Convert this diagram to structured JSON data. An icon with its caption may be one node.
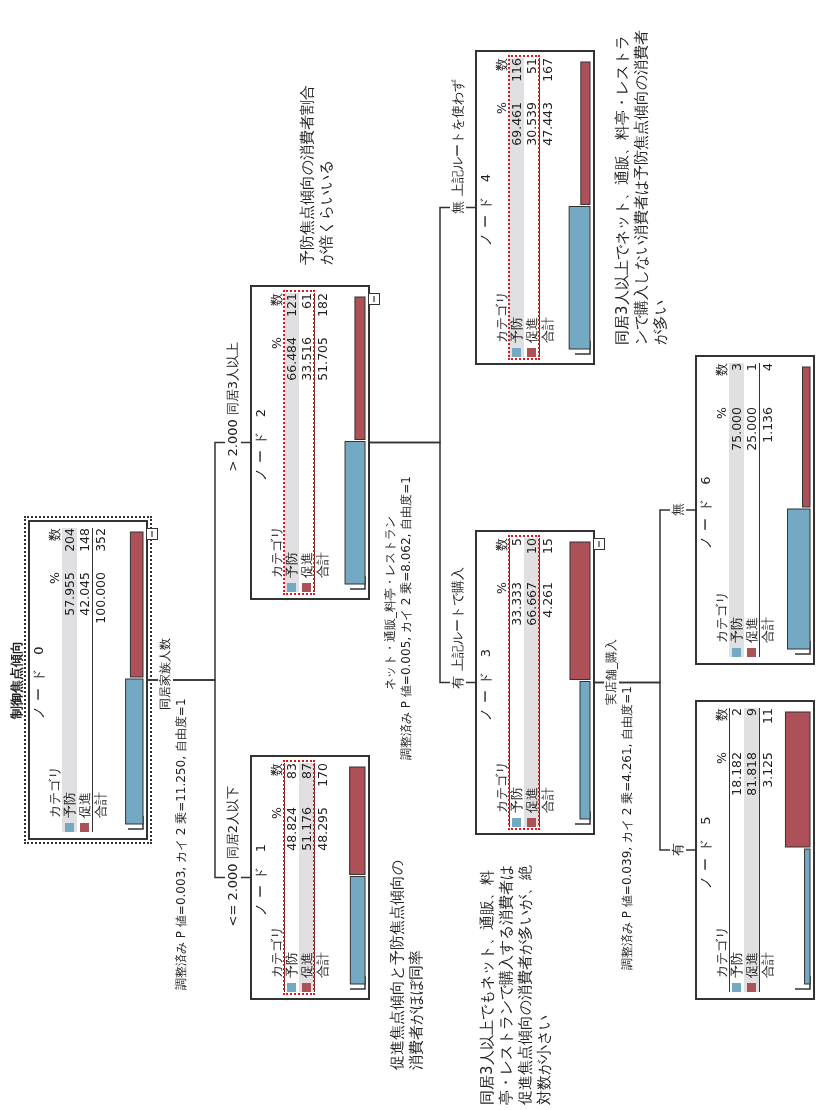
{
  "diagram": {
    "nodes": [
      {
        "text": [
          "制御焦点傾向",
          "ノード 0",
          "カテゴリ",
          "%",
          "数",
          "予防",
          "57.955",
          "204",
          "促進",
          "42.045",
          "148",
          "合計",
          "100.000",
          "352"
        ]
      },
      {
        "text": [
          "ノード 1",
          "カテゴリ",
          "%",
          "数",
          "予防",
          "48.824",
          "83",
          "促進",
          "51.176",
          "87",
          "合計",
          "48.295",
          "170"
        ]
      },
      {
        "text": [
          "ノード 2",
          "カテゴリ",
          "%",
          "数",
          "予防",
          "66.484",
          "121",
          "促進",
          "33.516",
          "61",
          "合計",
          "51.705",
          "182"
        ]
      },
      {
        "text": [
          "ノード 3",
          "カテゴリ",
          "%",
          "数",
          "予防",
          "33.333",
          "5",
          "促進",
          "66.667",
          "10",
          "合計",
          "4.261",
          "15"
        ]
      },
      {
        "text": [
          "ノード 4",
          "カテゴリ",
          "%",
          "数",
          "予防",
          "69.461",
          "116",
          "促進",
          "30.539",
          "51",
          "合計",
          "47.443",
          "167"
        ]
      },
      {
        "text": [
          "ノード 5",
          "カテゴリ",
          "%",
          "数",
          "予防",
          "18.182",
          "2",
          "促進",
          "81.818",
          "9",
          "合計",
          "3.125",
          "11"
        ]
      },
      {
        "text": [
          "ノード 6",
          "カテゴリ",
          "%",
          "数",
          "予防",
          "75.000",
          "3",
          "促進",
          "25.000",
          "1",
          "合計",
          "1.136",
          "4"
        ]
      }
    ],
    "edges": [
      {
        "from": 0,
        "to": 1,
        "arrow": "none",
        "label": "<= 2.000 同居2人以下"
      },
      {
        "from": 0,
        "to": 2,
        "arrow": "none",
        "label": "> 2.000 同居3人以上"
      },
      {
        "from": 2,
        "to": 3,
        "arrow": "none",
        "label": "有 上記ルートで購入"
      },
      {
        "from": 2,
        "to": 4,
        "arrow": "none",
        "label": "無 上記ルートを使わず"
      },
      {
        "from": 3,
        "to": 5,
        "arrow": "none",
        "label": "有"
      },
      {
        "from": 3,
        "to": 6,
        "arrow": "none",
        "label": "無"
      }
    ],
    "labels": [
      "同居家族人数",
      "調整済み P 値=0.003, カイ 2 乗=11.250, 自由度=1",
      "予防焦点傾向の消費者割合が倍くらいいる",
      "促進焦点傾向と予防焦点傾向の消費者がほぼ同率",
      "ネット・通販_料亭・レストラン",
      "調整済み P 値=0.005, カイ 2 乗=8.062, 自由度=1",
      "同居3人以上でもネット、通販、料亭・レストランで購入する消費者は促進焦点傾向の消費者が多いが、絶対数が小さい",
      "実店舗_購入",
      "調整済み P 値=0.039, カイ 2 乗=4.261, 自由度=1",
      "同居3人以上でネット、通販、料亭・レストランで購入しない消費者は予防焦点傾向の消費者が多い"
    ]
  }
}
